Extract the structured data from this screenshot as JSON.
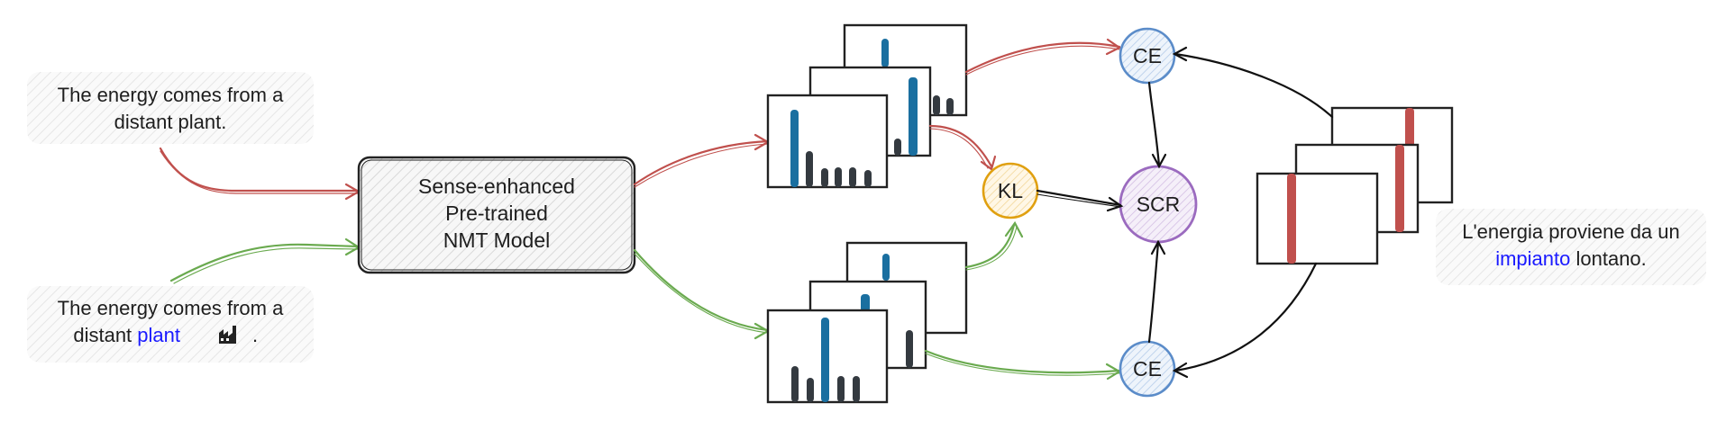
{
  "source_sentence": {
    "line1": "The energy comes from a",
    "line2": "distant plant."
  },
  "sense_sentence": {
    "line1": "The energy comes from a",
    "line2_prefix": "distant ",
    "highlight": "plant",
    "emoji_icon": "factory-icon",
    "line2_suffix": "."
  },
  "model": {
    "line1": "Sense-enhanced",
    "line2": "Pre-trained",
    "line3": "NMT Model"
  },
  "nodes": {
    "ce_top": "CE",
    "kl": "KL",
    "scr": "SCR",
    "ce_bottom": "CE"
  },
  "target_sentence": {
    "line1": "L'energia proviene da un",
    "highlight": "impianto",
    "line2_suffix": " lontano."
  },
  "colors": {
    "red_path": "#c0504d",
    "green_path": "#6aaa4f",
    "blue_bar": "#1a6fa0",
    "dark_bar": "#343a40",
    "red_bar": "#c0504d",
    "ce_stroke": "#5b8cc9",
    "kl_stroke": "#e0a010",
    "scr_stroke": "#9b6bbf",
    "highlight_text": "#1a1aff"
  }
}
